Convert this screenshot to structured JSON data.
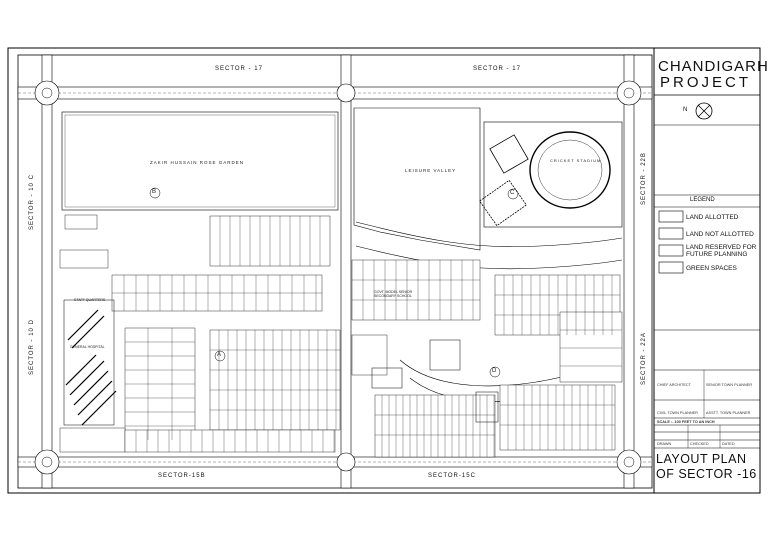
{
  "title_block": {
    "title_line1": "CHANDIGARH",
    "title_line2": "PROJECT",
    "north": "N",
    "legend_title": "LEGEND",
    "legend": [
      "LAND ALLOTTED",
      "LAND NOT ALLOTTED",
      "LAND RESERVED FOR FUTURE PLANNING",
      "GREEN SPACES"
    ],
    "chief_architect": "CHIEF ARCHITECT",
    "senior_town_planner": "SENIOR TOWN PLANNER",
    "civil_town_planner": "CIVIL TOWN PLANNER",
    "asst_town_planner": "ASSTT. TOWN PLANNER",
    "scale": "SCALE :- 100 FEET TO AN INCH",
    "drawn": "DRAWN",
    "checked": "CHECKED",
    "dated": "DATED",
    "plan_line1": "LAYOUT  PLAN",
    "plan_line2": "OF SECTOR -16"
  },
  "sectors": {
    "top_left": "SECTOR - 17",
    "top_right": "SECTOR - 17",
    "bottom_left": "SECTOR-15B",
    "bottom_right": "SECTOR-15C",
    "left_top": "SECTOR - 10 C",
    "left_bottom": "SECTOR - 10 D",
    "right_top": "SECTOR - 22B",
    "right_bottom": "SECTOR - 22A"
  },
  "places": {
    "rose_garden": "ZAKIR HUSSAIN ROSE GARDEN",
    "leisure_valley": "LEISURE VALLEY",
    "cricket_stadium": "CRICKET STADIUM",
    "marker_b": "B",
    "marker_c": "C",
    "marker_a": "A",
    "marker_d": "D",
    "school": "GOVT. MODEL SENIOR SECONDARY SCHOOL",
    "hospital": "GENERAL HOSPITAL",
    "staff_quarters": "STAFF QUARTERS"
  }
}
